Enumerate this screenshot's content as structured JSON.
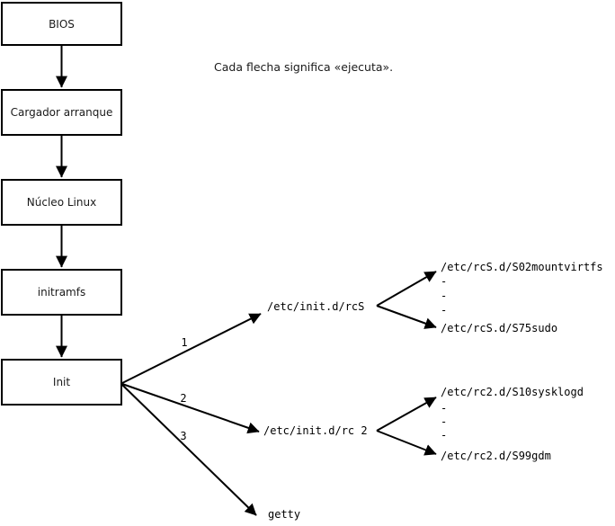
{
  "note": "Cada flecha significa «ejecuta».",
  "boot_chain": {
    "boxes": [
      {
        "label": "BIOS"
      },
      {
        "label": "Cargador arranque"
      },
      {
        "label": "Núcleo Linux"
      },
      {
        "label": "initramfs"
      },
      {
        "label": "Init"
      }
    ]
  },
  "branches": [
    {
      "number": "1",
      "target": "/etc/init.d/rcS",
      "children": {
        "first": "/etc/rcS.d/S02mountvirtfs",
        "last": "/etc/rcS.d/S75sudo",
        "dots": [
          "-",
          "-",
          "-"
        ]
      }
    },
    {
      "number": "2",
      "target": "/etc/init.d/rc 2",
      "children": {
        "first": "/etc/rc2.d/S10sysklogd",
        "last": "/etc/rc2.d/S99gdm",
        "dots": [
          "-",
          "-",
          "-"
        ]
      }
    },
    {
      "number": "3",
      "target": "getty"
    }
  ],
  "colors": {
    "line": "#000000",
    "background": "#ffffff"
  }
}
